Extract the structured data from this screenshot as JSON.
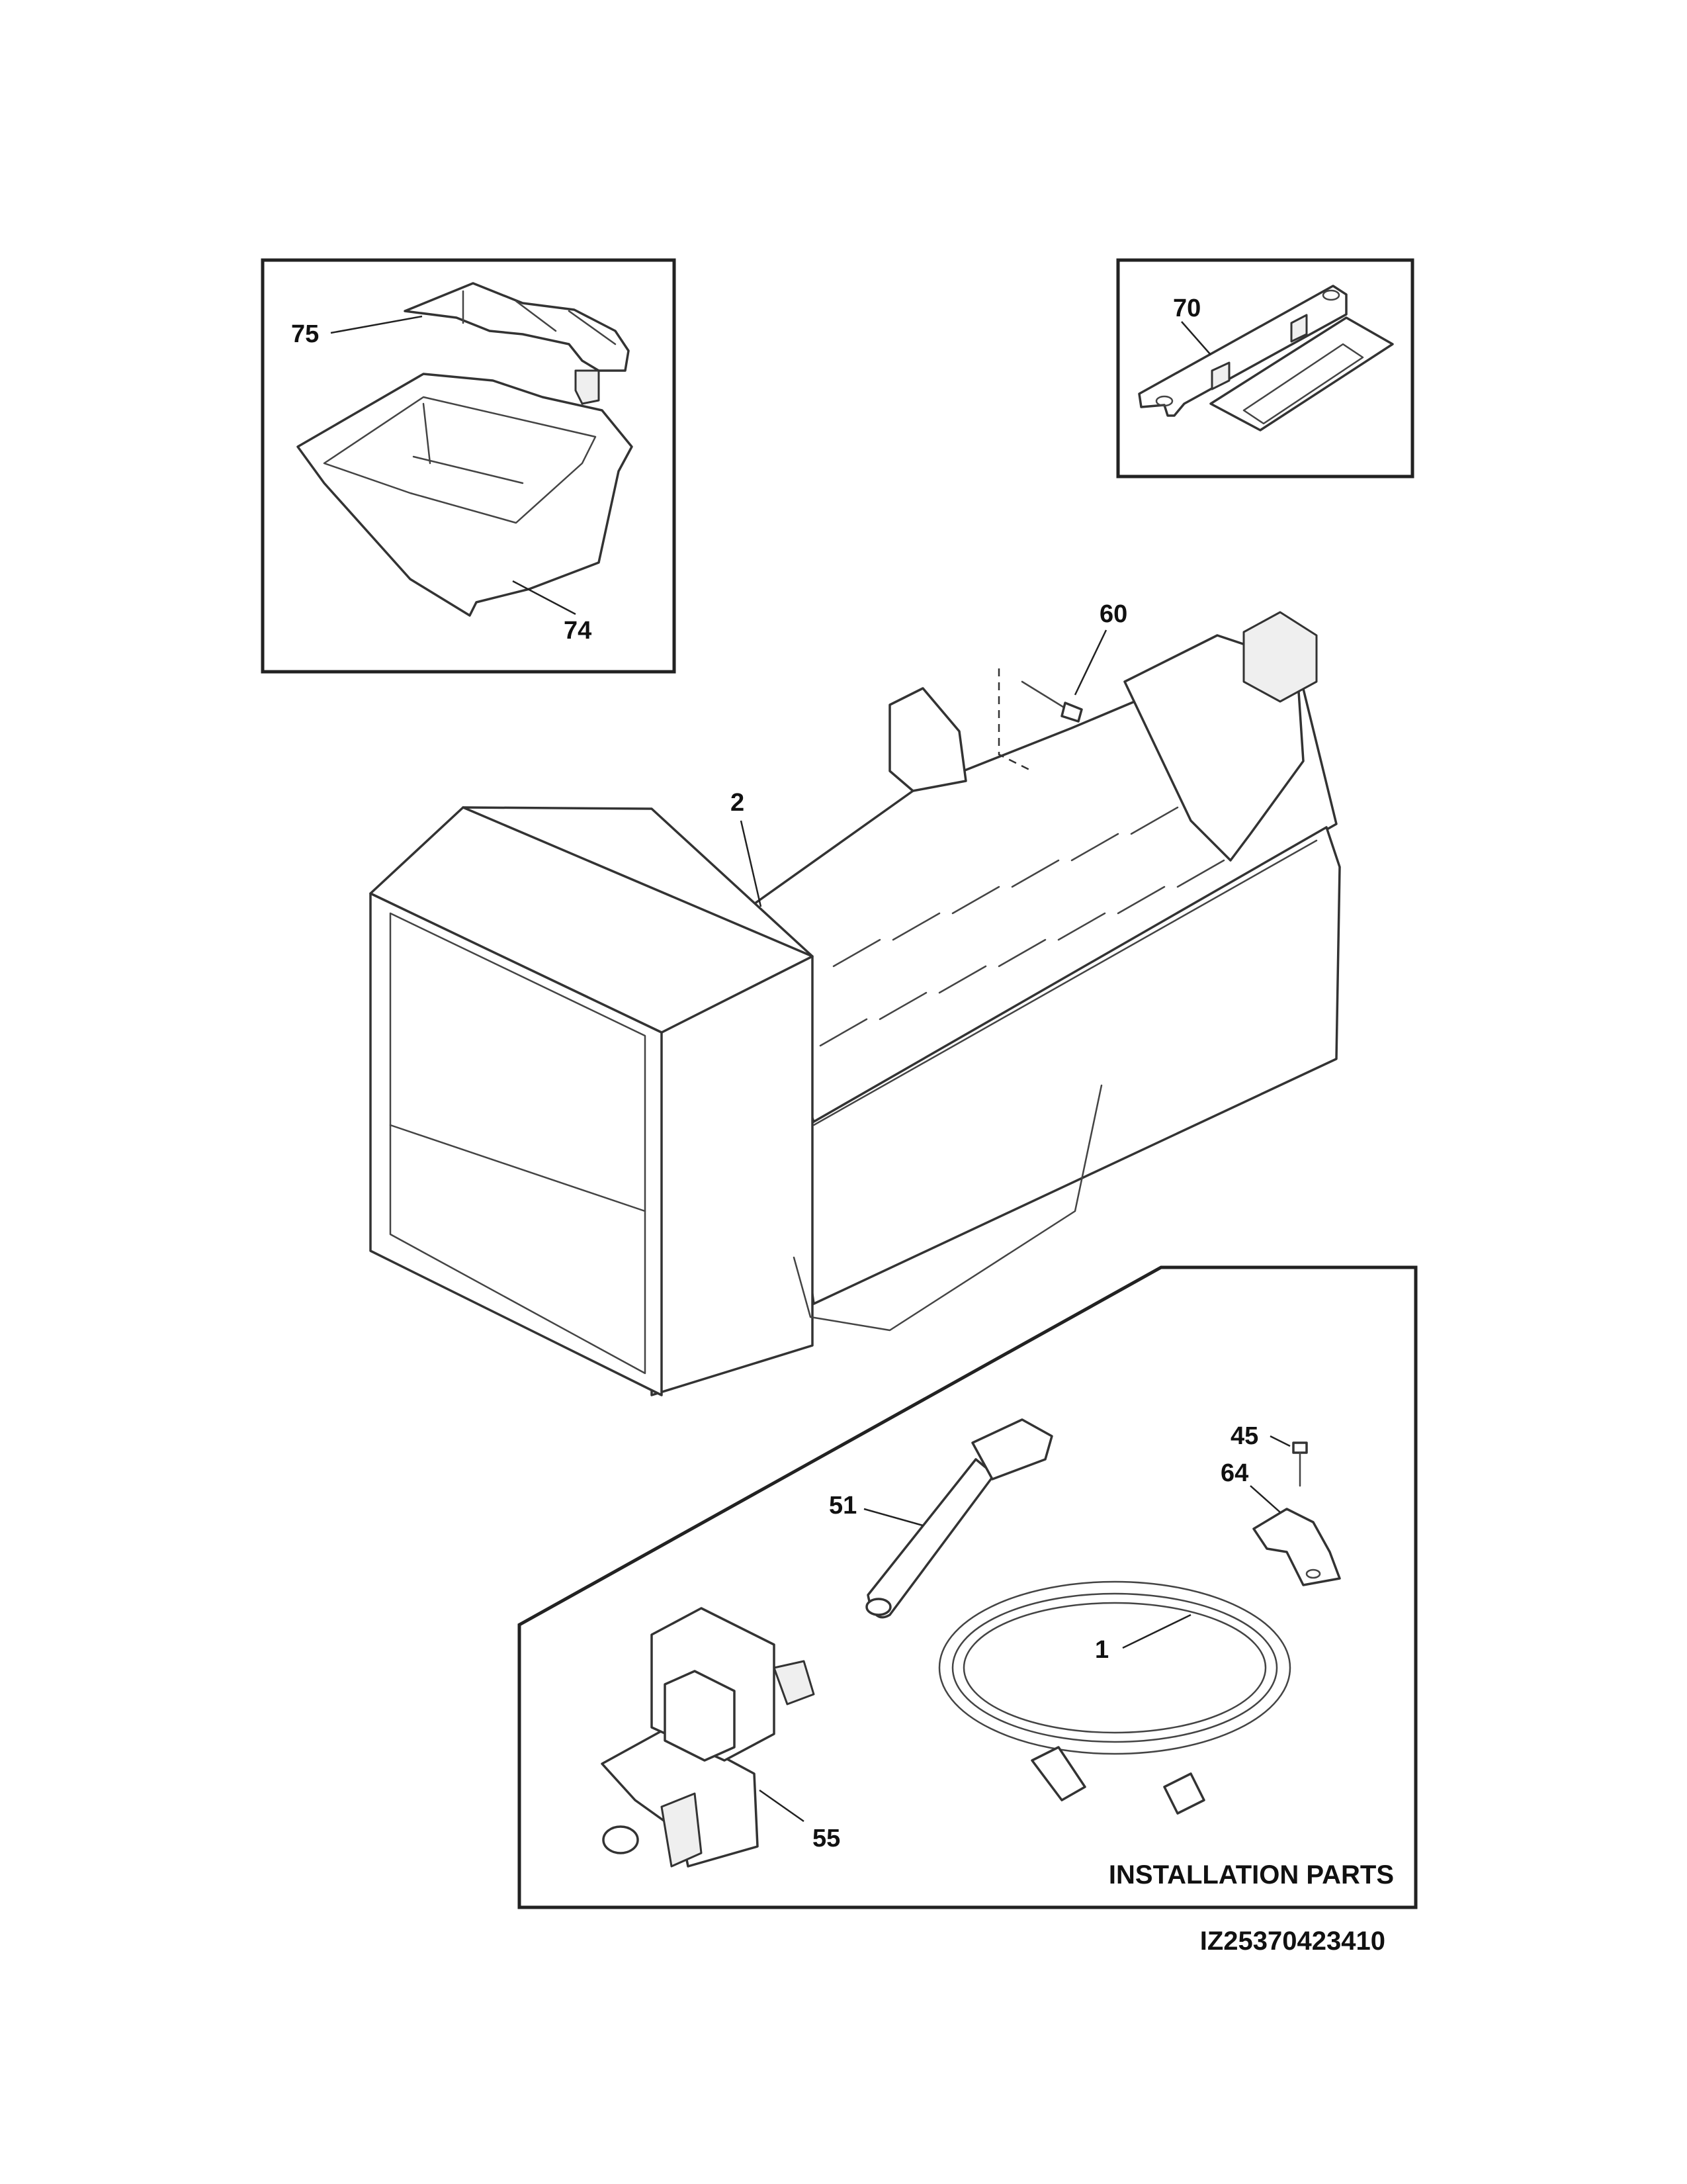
{
  "diagram": {
    "caption_installation": "INSTALLATION PARTS",
    "figure_code": "IZ25370423410",
    "callouts": [
      {
        "key": "c75",
        "label": "75"
      },
      {
        "key": "c74",
        "label": "74"
      },
      {
        "key": "c70",
        "label": "70"
      },
      {
        "key": "c60",
        "label": "60"
      },
      {
        "key": "c2",
        "label": "2"
      },
      {
        "key": "c45",
        "label": "45"
      },
      {
        "key": "c64",
        "label": "64"
      },
      {
        "key": "c51",
        "label": "51"
      },
      {
        "key": "c1",
        "label": "1"
      },
      {
        "key": "c55",
        "label": "55"
      }
    ]
  }
}
